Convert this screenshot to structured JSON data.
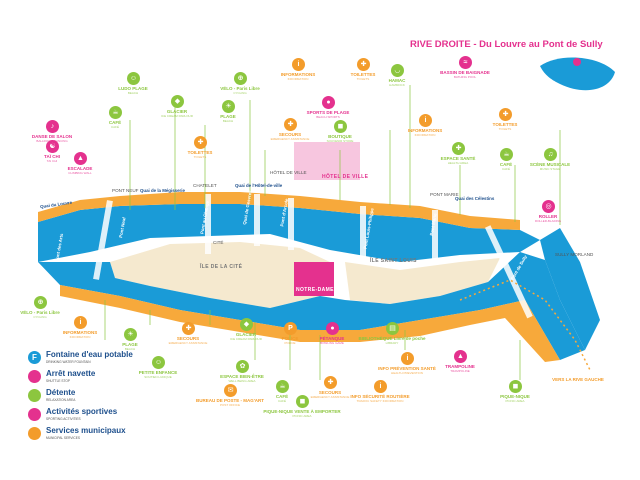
{
  "title": "RIVE DROITE - Du Louvre au Pont de Sully",
  "colors": {
    "fountain": "#1a9bd7",
    "shuttle": "#e4318e",
    "leisure": "#8cc63f",
    "sport": "#e4318e",
    "services": "#f39c2b",
    "river": "#1a9bd7",
    "quay_orange": "#f7a93b",
    "island": "#f5e9cf"
  },
  "legend": [
    {
      "label": "Fontaine d'eau potable",
      "sub": "DRINKING WATER FOUNTAIN",
      "symbol": "F",
      "color": "#1a9bd7"
    },
    {
      "label": "Arrêt navette",
      "sub": "SHUTTLE STOP",
      "symbol": "",
      "color": "#e4318e"
    },
    {
      "label": "Détente",
      "sub": "RELAXATION AREA",
      "symbol": "",
      "color": "#8cc63f"
    },
    {
      "label": "Activités sportives",
      "sub": "SPORTING ACTIVITIES",
      "symbol": "",
      "color": "#e4318e"
    },
    {
      "label": "Services municipaux",
      "sub": "MUNICIPAL SERVICES",
      "symbol": "",
      "color": "#f39c2b"
    }
  ],
  "streets": [
    "Quai du Louvre",
    "Pont Neuf",
    "Quai de la Mégisserie",
    "Pont au Change",
    "Quai de Gesvres",
    "Quai de l'Hôtel-de-ville",
    "Pont d'Arcole",
    "Pont Louis-Philippe",
    "Pont Marie",
    "Quai des Célestins",
    "Pont des Arts",
    "Pont de Sully"
  ],
  "places": {
    "metro_pont_neuf": "PONT NEUF",
    "metro_chatelet": "CHATELET",
    "metro_hotel_de_ville": "HÔTEL DE VILLE",
    "metro_pont_marie": "PONT MARIE",
    "metro_sully": "SULLY MORLAND",
    "metro_cite": "CITÉ",
    "ile_cite": "ÎLE DE LA CITÉ",
    "ile_st_louis": "ÎLE SAINT LOUIS",
    "hotel_de_ville": "HÔTEL DE VILLE",
    "notre_dame": "NOTRE-DAME"
  },
  "labels": [
    {
      "label": "DANSE DE SALON",
      "sub": "BALLROOM DANCING",
      "symbol": "♪",
      "color": "#e4318e"
    },
    {
      "label": "TAÏ CHI",
      "sub": "TAI CHI",
      "symbol": "☯",
      "color": "#e4318e"
    },
    {
      "label": "ESCALADE",
      "sub": "CLIMBING WALL",
      "symbol": "▲",
      "color": "#e4318e"
    },
    {
      "label": "CAFÉ",
      "sub": "CAFÉ",
      "symbol": "☕",
      "color": "#8cc63f"
    },
    {
      "label": "LUDO PLAGE",
      "sub": "BEACH",
      "symbol": "☺",
      "color": "#8cc63f"
    },
    {
      "label": "GLACIER",
      "sub": "ICE CREAM PARLOUR",
      "symbol": "◆",
      "color": "#8cc63f"
    },
    {
      "label": "PLAGE",
      "sub": "BEACH",
      "symbol": "☀",
      "color": "#8cc63f"
    },
    {
      "label": "VÉLO - Paris Libre",
      "sub": "CYCLING",
      "symbol": "⊕",
      "color": "#8cc63f"
    },
    {
      "label": "TOILETTES",
      "sub": "TOILETS",
      "symbol": "✚",
      "color": "#f39c2b"
    },
    {
      "label": "INFORMATIONS",
      "sub": "INFORMATION",
      "symbol": "i",
      "color": "#f39c2b"
    },
    {
      "label": "SECOURS",
      "sub": "EMERGENCY ASSISTANCE",
      "symbol": "✚",
      "color": "#f39c2b"
    },
    {
      "label": "SPORTS DE PLAGE",
      "sub": "BEACH SPORTS",
      "symbol": "●",
      "color": "#e4318e"
    },
    {
      "label": "BOUTIQUE",
      "sub": "SOUVENIR STORE",
      "symbol": "◼",
      "color": "#8cc63f"
    },
    {
      "label": "TOILETTES",
      "sub": "TOILETS",
      "symbol": "✚",
      "color": "#f39c2b"
    },
    {
      "label": "HAMAC",
      "sub": "HAMMOCK",
      "symbol": "◡",
      "color": "#8cc63f"
    },
    {
      "label": "BASSIN DE BAIGNADE",
      "sub": "BATHING POOL",
      "symbol": "≈",
      "color": "#e4318e"
    },
    {
      "label": "INFORMATIONS",
      "sub": "INFORMATION",
      "symbol": "i",
      "color": "#f39c2b"
    },
    {
      "label": "ESPACE SANTÉ",
      "sub": "HEALTH AREA",
      "symbol": "✚",
      "color": "#8cc63f"
    },
    {
      "label": "CAFÉ",
      "sub": "CAFÉ",
      "symbol": "☕",
      "color": "#8cc63f"
    },
    {
      "label": "SCÈNE MUSICALE",
      "sub": "MUSIC STAGE",
      "symbol": "♫",
      "color": "#8cc63f"
    },
    {
      "label": "ROLLER",
      "sub": "ROLLER-BLADING",
      "symbol": "◎",
      "color": "#e4318e"
    },
    {
      "label": "TOILETTES",
      "sub": "TOILETS",
      "symbol": "✚",
      "color": "#f39c2b"
    },
    {
      "label": "VÉLO - Paris Libre",
      "sub": "CYCLING",
      "symbol": "⊕",
      "color": "#8cc63f"
    },
    {
      "label": "INFORMATIONS",
      "sub": "INFORMATION",
      "symbol": "i",
      "color": "#f39c2b"
    },
    {
      "label": "PLAGE",
      "sub": "BEACH",
      "symbol": "☀",
      "color": "#8cc63f"
    },
    {
      "label": "PETITE ENFANCE",
      "sub": "SOUTIEN LUDIQUE",
      "symbol": "☺",
      "color": "#8cc63f"
    },
    {
      "label": "SECOURS",
      "sub": "EMERGENCY ASSISTANCE",
      "symbol": "✚",
      "color": "#f39c2b"
    },
    {
      "label": "GLACIER",
      "sub": "ICE CREAM PARLOUR",
      "symbol": "◆",
      "color": "#8cc63f"
    },
    {
      "label": "ESPACE BIEN-ÊTRE",
      "sub": "WELL BEING AREA",
      "symbol": "✿",
      "color": "#8cc63f"
    },
    {
      "label": "POLICE",
      "sub": "POLICE",
      "symbol": "P",
      "color": "#f39c2b"
    },
    {
      "label": "PÉTANQUE",
      "sub": "BOWLING GAME",
      "symbol": "●",
      "color": "#e4318e"
    },
    {
      "label": "BUREAU DE POSTE - MAG'ART",
      "sub": "POST OFFICE",
      "symbol": "✉",
      "color": "#f39c2b"
    },
    {
      "label": "CAFÉ",
      "sub": "CAFÉ",
      "symbol": "☕",
      "color": "#8cc63f"
    },
    {
      "label": "PIQUE-NIQUE VENTE À EMPORTER",
      "sub": "PICNIC AREA",
      "symbol": "◼",
      "color": "#8cc63f"
    },
    {
      "label": "SECOURS",
      "sub": "EMERGENCY ASSISTANCE",
      "symbol": "✚",
      "color": "#f39c2b"
    },
    {
      "label": "INFO SÉCURITÉ ROUTIÈRE",
      "sub": "TRAFFIC SAFETY INFORMATION",
      "symbol": "i",
      "color": "#f39c2b"
    },
    {
      "label": "BIBLIOTHÈQUE Livre de poche",
      "sub": "LIBRARY",
      "symbol": "▤",
      "color": "#8cc63f"
    },
    {
      "label": "INFO PRÉVENTION SANTÉ",
      "sub": "HEALTH PREVENTION",
      "symbol": "i",
      "color": "#f39c2b"
    },
    {
      "label": "TRAMPOLINE",
      "sub": "TRAMPOLINE",
      "symbol": "▲",
      "color": "#e4318e"
    },
    {
      "label": "PIQUE-NIQUE",
      "sub": "PICNIC AREA",
      "symbol": "◼",
      "color": "#8cc63f"
    },
    {
      "label": "VERS LA RIVE GAUCHE",
      "sub": "",
      "symbol": "",
      "color": "#f39c2b"
    }
  ]
}
